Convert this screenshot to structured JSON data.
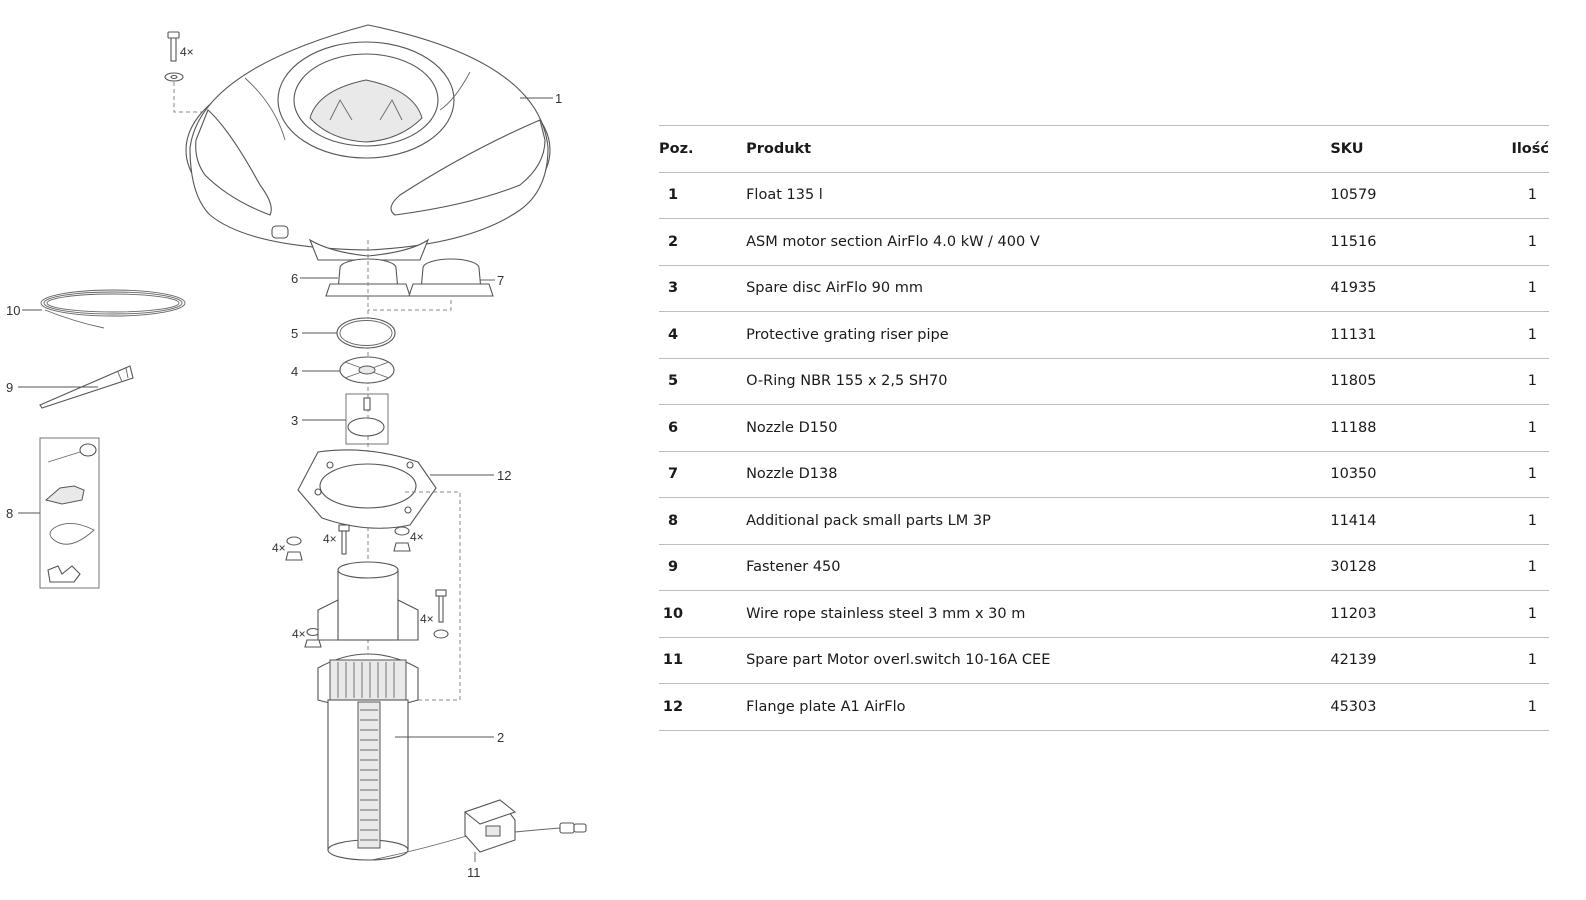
{
  "table": {
    "headers": {
      "poz": "Poz.",
      "produkt": "Produkt",
      "sku": "SKU",
      "ilosc": "Ilość"
    },
    "rows": [
      {
        "poz": "1",
        "produkt": "Float 135 l",
        "sku": "10579",
        "ilosc": "1"
      },
      {
        "poz": "2",
        "produkt": "ASM motor section AirFlo 4.0 kW / 400 V",
        "sku": "11516",
        "ilosc": "1"
      },
      {
        "poz": "3",
        "produkt": "Spare disc AirFlo 90 mm",
        "sku": "41935",
        "ilosc": "1"
      },
      {
        "poz": "4",
        "produkt": "Protective grating riser pipe",
        "sku": "11131",
        "ilosc": "1"
      },
      {
        "poz": "5",
        "produkt": "O-Ring NBR 155 x 2,5 SH70",
        "sku": "11805",
        "ilosc": "1"
      },
      {
        "poz": "6",
        "produkt": "Nozzle D150",
        "sku": "11188",
        "ilosc": "1"
      },
      {
        "poz": "7",
        "produkt": "Nozzle D138",
        "sku": "10350",
        "ilosc": "1"
      },
      {
        "poz": "8",
        "produkt": "Additional pack small parts LM 3P",
        "sku": "11414",
        "ilosc": "1"
      },
      {
        "poz": "9",
        "produkt": "Fastener 450",
        "sku": "30128",
        "ilosc": "1"
      },
      {
        "poz": "10",
        "produkt": "Wire rope stainless steel 3 mm x 30 m",
        "sku": "11203",
        "ilosc": "1"
      },
      {
        "poz": "11",
        "produkt": "Spare part Motor overl.switch 10-16A CEE",
        "sku": "42139",
        "ilosc": "1"
      },
      {
        "poz": "12",
        "produkt": "Flange plate A1 AirFlo",
        "sku": "45303",
        "ilosc": "1"
      }
    ]
  },
  "diagram": {
    "callouts": [
      "1",
      "2",
      "3",
      "4",
      "5",
      "6",
      "7",
      "8",
      "9",
      "10",
      "11",
      "12"
    ],
    "quantity_marks": [
      "4×",
      "4×",
      "4×",
      "4×",
      "4×",
      "4×"
    ]
  }
}
